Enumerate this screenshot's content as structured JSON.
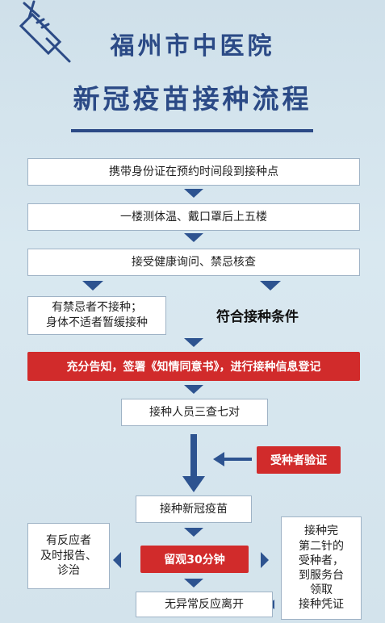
{
  "header": {
    "title_line1": "福州市中医院",
    "title_line2": "新冠疫苗接种流程",
    "icon": "syringe-icon"
  },
  "flow": {
    "step1": "携带身份证在预约时间段到接种点",
    "step2": "一楼测体温、戴口罩后上五楼",
    "step3": "接受健康询问、禁忌核查",
    "reject_line1": "有禁忌者不接种；",
    "reject_line2": "身体不适者暂缓接种",
    "eligible": "符合接种条件",
    "consent": "充分告知，签署《知情同意书》，进行接种信息登记",
    "check": "接种人员三查七对",
    "verify": "受种者验证",
    "vaccinate": "接种新冠疫苗",
    "observe": "留观30分钟",
    "reaction_line1": "有反应者",
    "reaction_line2": "及时报告、",
    "reaction_line3": "诊治",
    "second_line1": "接种完",
    "second_line2": "第二针的",
    "second_line3": "受种者，",
    "second_line4": "到服务台",
    "second_line5": "领取",
    "second_line6": "接种凭证",
    "leave": "无异常反应离开"
  },
  "colors": {
    "title": "#2b4a86",
    "arrow": "#2d5390",
    "highlight": "#d12b2b",
    "background": "#d5e5ee"
  }
}
